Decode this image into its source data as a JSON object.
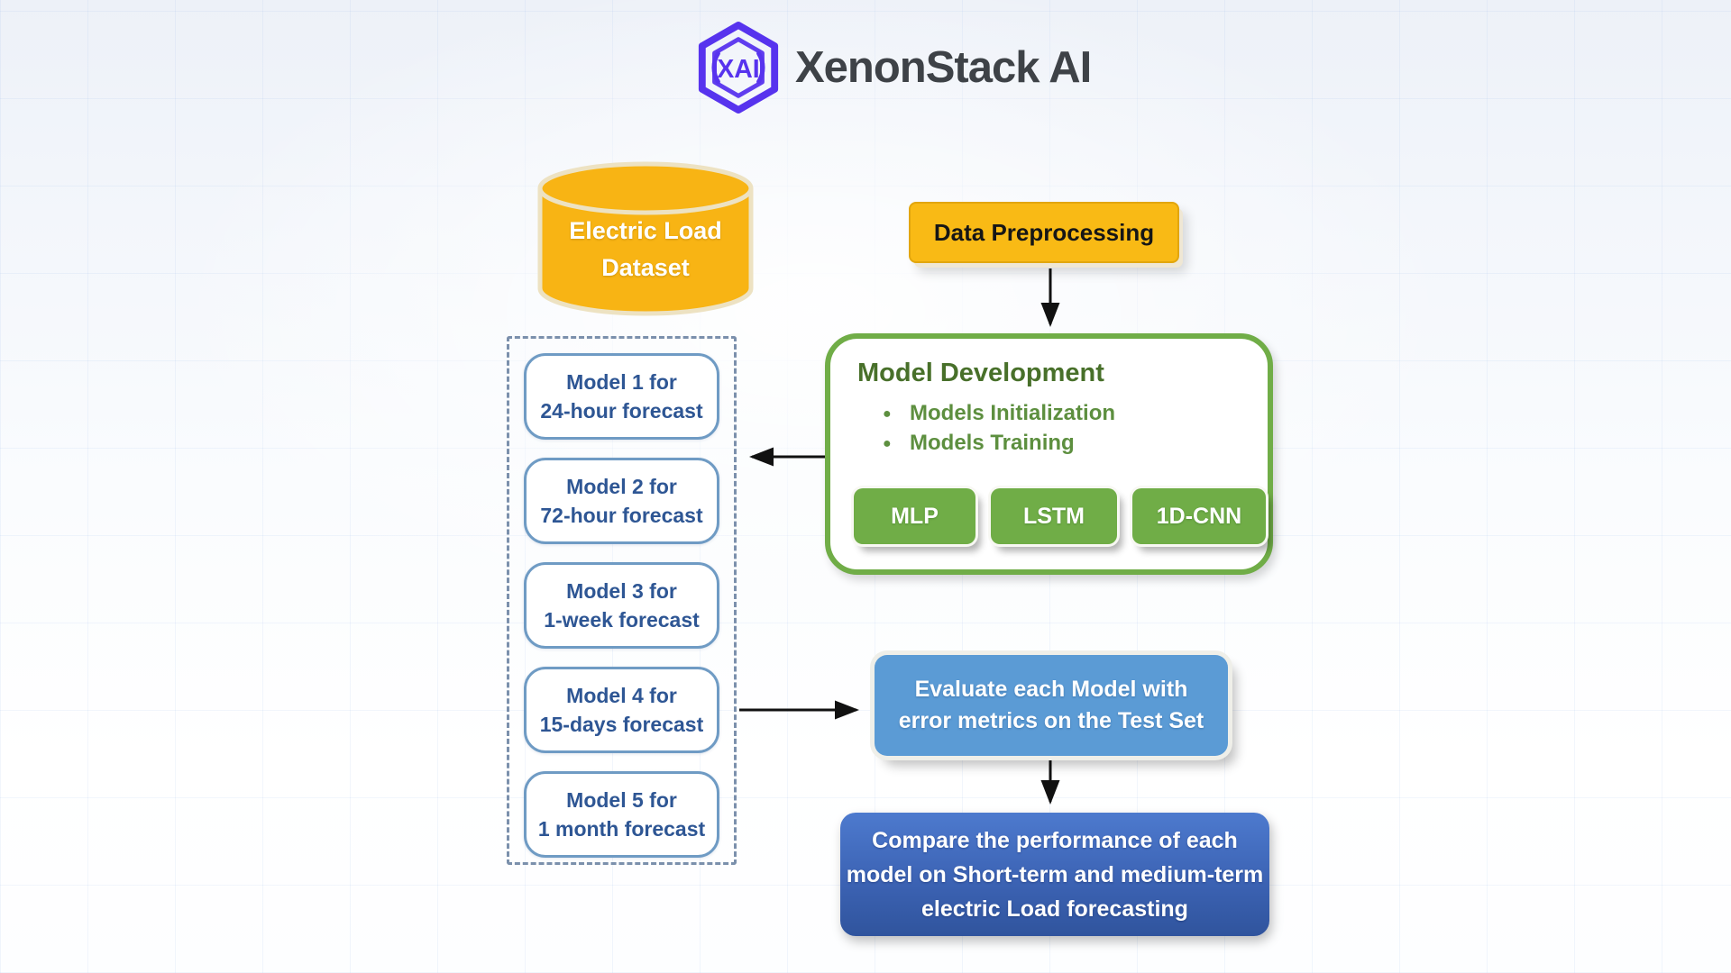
{
  "brand": {
    "name": "XenonStack AI",
    "logo_monogram": "XAI"
  },
  "diagram": {
    "dataset": {
      "line1": "Electric Load",
      "line2": "Dataset"
    },
    "preprocessing": {
      "label": "Data Preprocessing"
    },
    "model_development": {
      "title": "Model Development",
      "bullets": [
        "Models Initialization",
        "Models Training"
      ],
      "algorithms": [
        "MLP",
        "LSTM",
        "1D-CNN"
      ]
    },
    "forecast_models": [
      {
        "line1": "Model 1 for",
        "line2": "24-hour forecast"
      },
      {
        "line1": "Model 2 for",
        "line2": "72-hour forecast"
      },
      {
        "line1": "Model 3 for",
        "line2": "1-week forecast"
      },
      {
        "line1": "Model 4 for",
        "line2": "15-days forecast"
      },
      {
        "line1": "Model 5 for",
        "line2": "1 month forecast"
      }
    ],
    "evaluate": {
      "line1": "Evaluate each Model with",
      "line2": "error metrics on the Test Set"
    },
    "compare": {
      "line1": "Compare the performance of each",
      "line2": "model on Short-term and medium-term",
      "line3": "electric Load forecasting"
    }
  },
  "colors": {
    "amber": "#F8B414",
    "amber_stroke": "#EDE2C2",
    "green": "#70AD47",
    "green_title": "#48702A",
    "green_bullet": "#5D8F3F",
    "eval_blue": "#5B9BD5",
    "compare_blue": "#3C63B4",
    "model_text": "#2E5694",
    "model_border": "#6F9BC4",
    "dashed_border": "#7B90AC",
    "logo_purple": "#5733EE",
    "arrow_black": "#111111"
  }
}
